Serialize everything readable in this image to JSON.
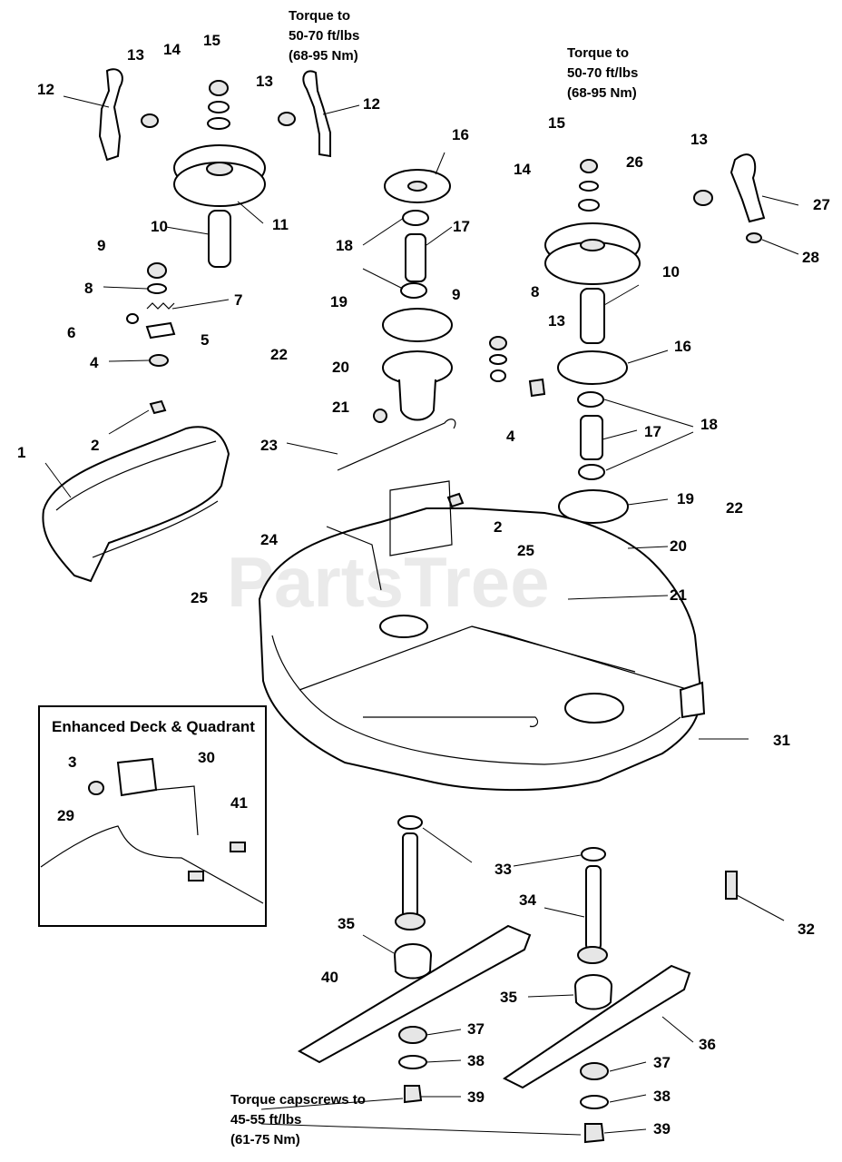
{
  "watermark": "PartsTree",
  "notes": {
    "torque_left": [
      "Torque to",
      "50-70 ft/lbs",
      "(68-95 Nm)"
    ],
    "torque_right": [
      "Torque to",
      "50-70 ft/lbs",
      "(68-95 Nm)"
    ],
    "torque_capscrews": [
      "Torque capscrews to",
      "45-55 ft/lbs",
      "(61-75 Nm)"
    ]
  },
  "inset": {
    "title": "Enhanced Deck & Quadrant"
  },
  "callouts": [
    "1",
    "2",
    "2",
    "3",
    "4",
    "4",
    "5",
    "6",
    "7",
    "8",
    "8",
    "9",
    "9",
    "10",
    "10",
    "11",
    "12",
    "12",
    "13",
    "13",
    "13",
    "13",
    "14",
    "14",
    "15",
    "15",
    "16",
    "16",
    "17",
    "17",
    "18",
    "18",
    "19",
    "19",
    "20",
    "20",
    "21",
    "21",
    "22",
    "22",
    "23",
    "24",
    "25",
    "25",
    "26",
    "27",
    "28",
    "29",
    "30",
    "31",
    "32",
    "33",
    "34",
    "35",
    "35",
    "36",
    "37",
    "37",
    "38",
    "38",
    "39",
    "39",
    "40",
    "41"
  ]
}
